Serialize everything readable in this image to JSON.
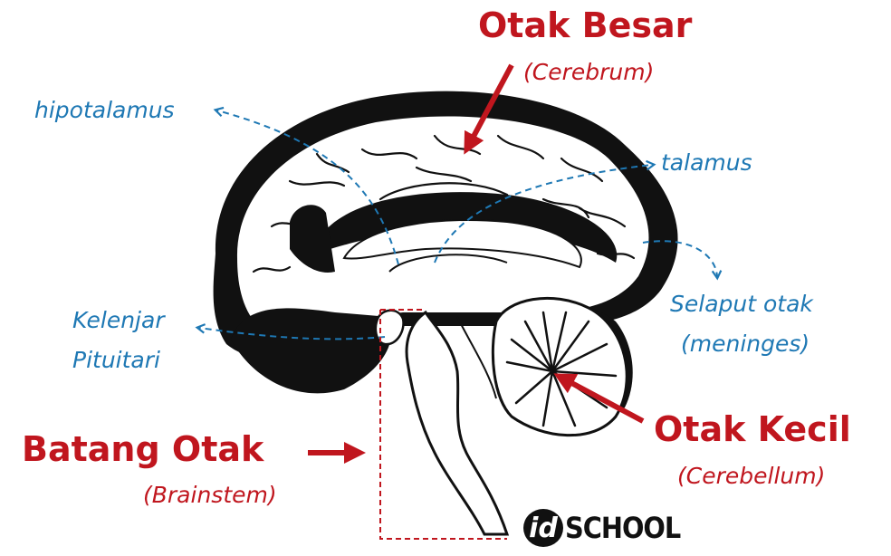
{
  "labels": {
    "otak_besar": "Otak Besar",
    "otak_besar_sub": "(Cerebrum)",
    "hipotalamus": "hipotalamus",
    "talamus": "talamus",
    "selaput_line1": "Selaput otak",
    "selaput_line2": "(meninges)",
    "kelenjar_line1": "Kelenjar",
    "kelenjar_line2": "Pituitari",
    "batang_otak": "Batang Otak",
    "batang_otak_sub": "(Brainstem)",
    "otak_kecil": "Otak Kecil",
    "otak_kecil_sub": "(Cerebellum)"
  },
  "logo": {
    "id": "id",
    "school": "SCHOOL"
  },
  "colors": {
    "red_label": "#c0161e",
    "blue_label": "#1e78b4",
    "outline": "#111111"
  }
}
